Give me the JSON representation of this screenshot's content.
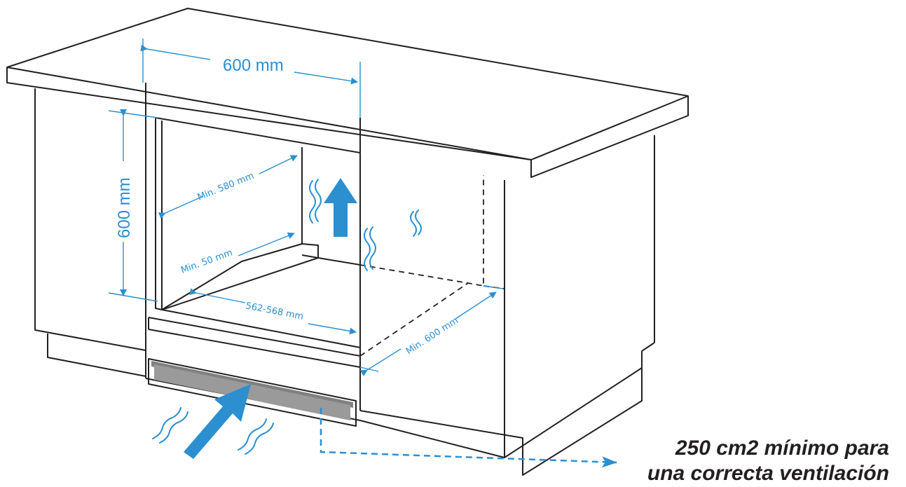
{
  "dimensions": {
    "width_label": "600 mm",
    "height_label": "600 mm",
    "depth_min_label": "Min. 580 mm",
    "gap_min_label": "Min. 50 mm",
    "inner_width_label": "562-568 mm",
    "cabinet_depth_label": "Min. 600 mm"
  },
  "note": {
    "line1": "250 cm2 mínimo para",
    "line2": "una correcta ventilación"
  },
  "colors": {
    "accent": "#2b8fd0",
    "line": "#231f20",
    "vent": "#808080"
  }
}
